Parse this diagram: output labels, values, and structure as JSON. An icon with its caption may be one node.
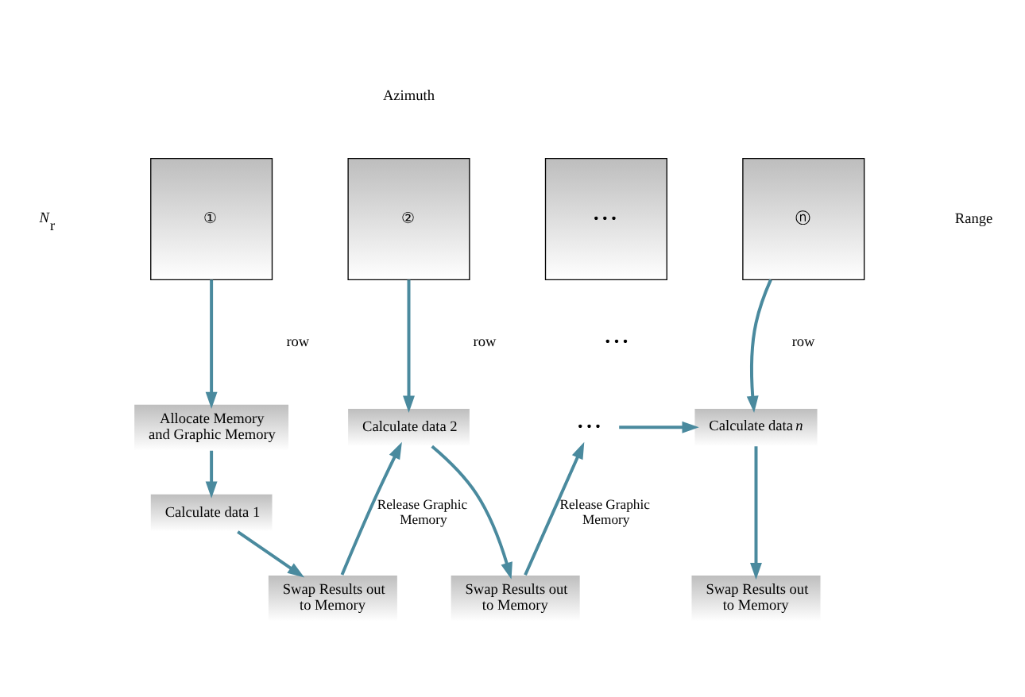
{
  "diagram": {
    "nodes": [
      {
        "text": [
          "①"
        ]
      },
      {
        "text": [
          "②"
        ]
      },
      {
        "text": [
          "• • •"
        ]
      },
      {
        "text": [
          "ⓝ"
        ]
      },
      {
        "text": [
          "Allocate Memory and Graphic Memory"
        ]
      },
      {
        "text": [
          "Calculate data 1"
        ]
      },
      {
        "text": [
          "Swap Results out to Memory"
        ]
      },
      {
        "text": [
          "Calculate data 2"
        ]
      },
      {
        "text": [
          "Swap Results out to Memory"
        ]
      },
      {
        "text": [
          "• • •"
        ]
      },
      {
        "text": [
          "Calculate data *n*"
        ]
      },
      {
        "text": [
          "Swap Results out to Memory"
        ]
      }
    ],
    "edges": [
      {
        "from": 0,
        "to": 4,
        "arrow": "to"
      },
      {
        "from": 1,
        "to": 7,
        "arrow": "to"
      },
      {
        "from": 3,
        "to": 10,
        "arrow": "to"
      },
      {
        "from": 4,
        "to": 5,
        "arrow": "to"
      },
      {
        "from": 5,
        "to": 6,
        "arrow": "to"
      },
      {
        "from": 6,
        "to": 7,
        "arrow": "to",
        "label": "Release Graphic Memory"
      },
      {
        "from": 7,
        "to": 8,
        "arrow": "to"
      },
      {
        "from": 8,
        "to": 9,
        "arrow": "to",
        "label": "Release Graphic Memory"
      },
      {
        "from": 9,
        "to": 10,
        "arrow": "to"
      },
      {
        "from": 10,
        "to": 11,
        "arrow": "to"
      }
    ],
    "labels": [
      "Azimuth",
      "*N*$_{r}$",
      "Range",
      "row",
      "row",
      "• • •",
      "row"
    ]
  }
}
